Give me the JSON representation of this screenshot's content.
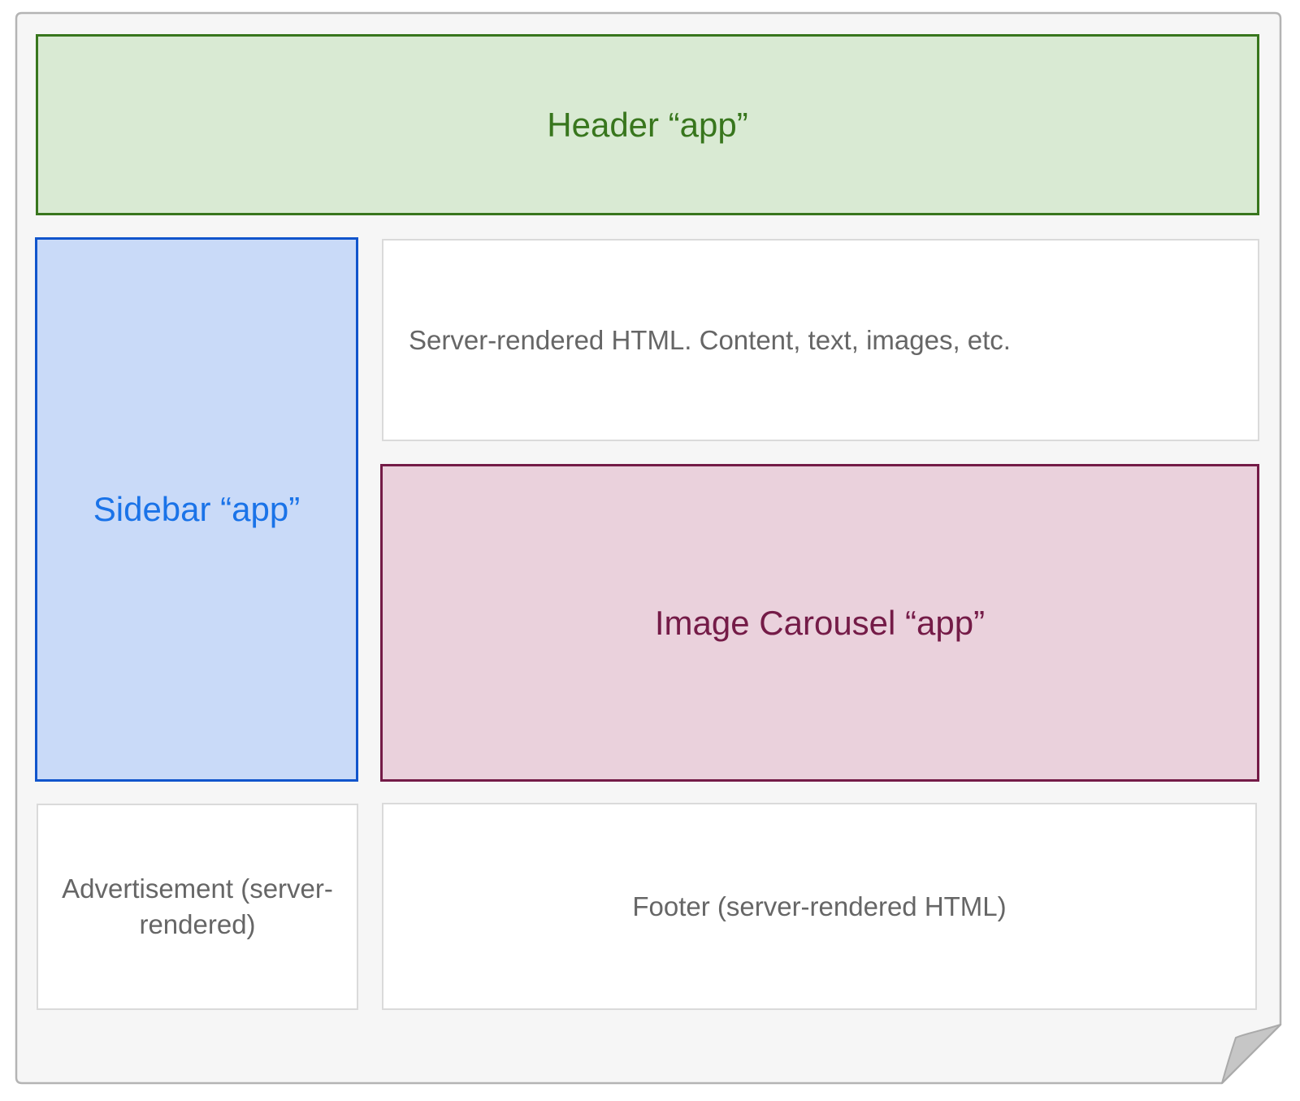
{
  "page": {
    "background_color": "#f6f6f6",
    "border_color": "#b4b4b4",
    "fold_color": "#c6c6c6"
  },
  "boxes": {
    "header": {
      "label": "Header “app”",
      "fill": "#d9ead3",
      "border": "#38761d",
      "text_color": "#38761d"
    },
    "sidebar": {
      "label": "Sidebar “app”",
      "fill": "#c9daf8",
      "border": "#1155cc",
      "text_color": "#1a73e8"
    },
    "server_content": {
      "label": "Server-rendered HTML. Content, text, images, etc.",
      "fill": "#ffffff",
      "border": "#dadada",
      "text_color": "#666666"
    },
    "image_carousel": {
      "label": "Image Carousel “app”",
      "fill": "#ead1dc",
      "border": "#741b47",
      "text_color": "#741b47"
    },
    "advertisement": {
      "label": "Advertisement (server-rendered)",
      "fill": "#ffffff",
      "border": "#dadada",
      "text_color": "#666666"
    },
    "footer": {
      "label": "Footer (server-rendered HTML)",
      "fill": "#ffffff",
      "border": "#dadada",
      "text_color": "#666666"
    }
  }
}
